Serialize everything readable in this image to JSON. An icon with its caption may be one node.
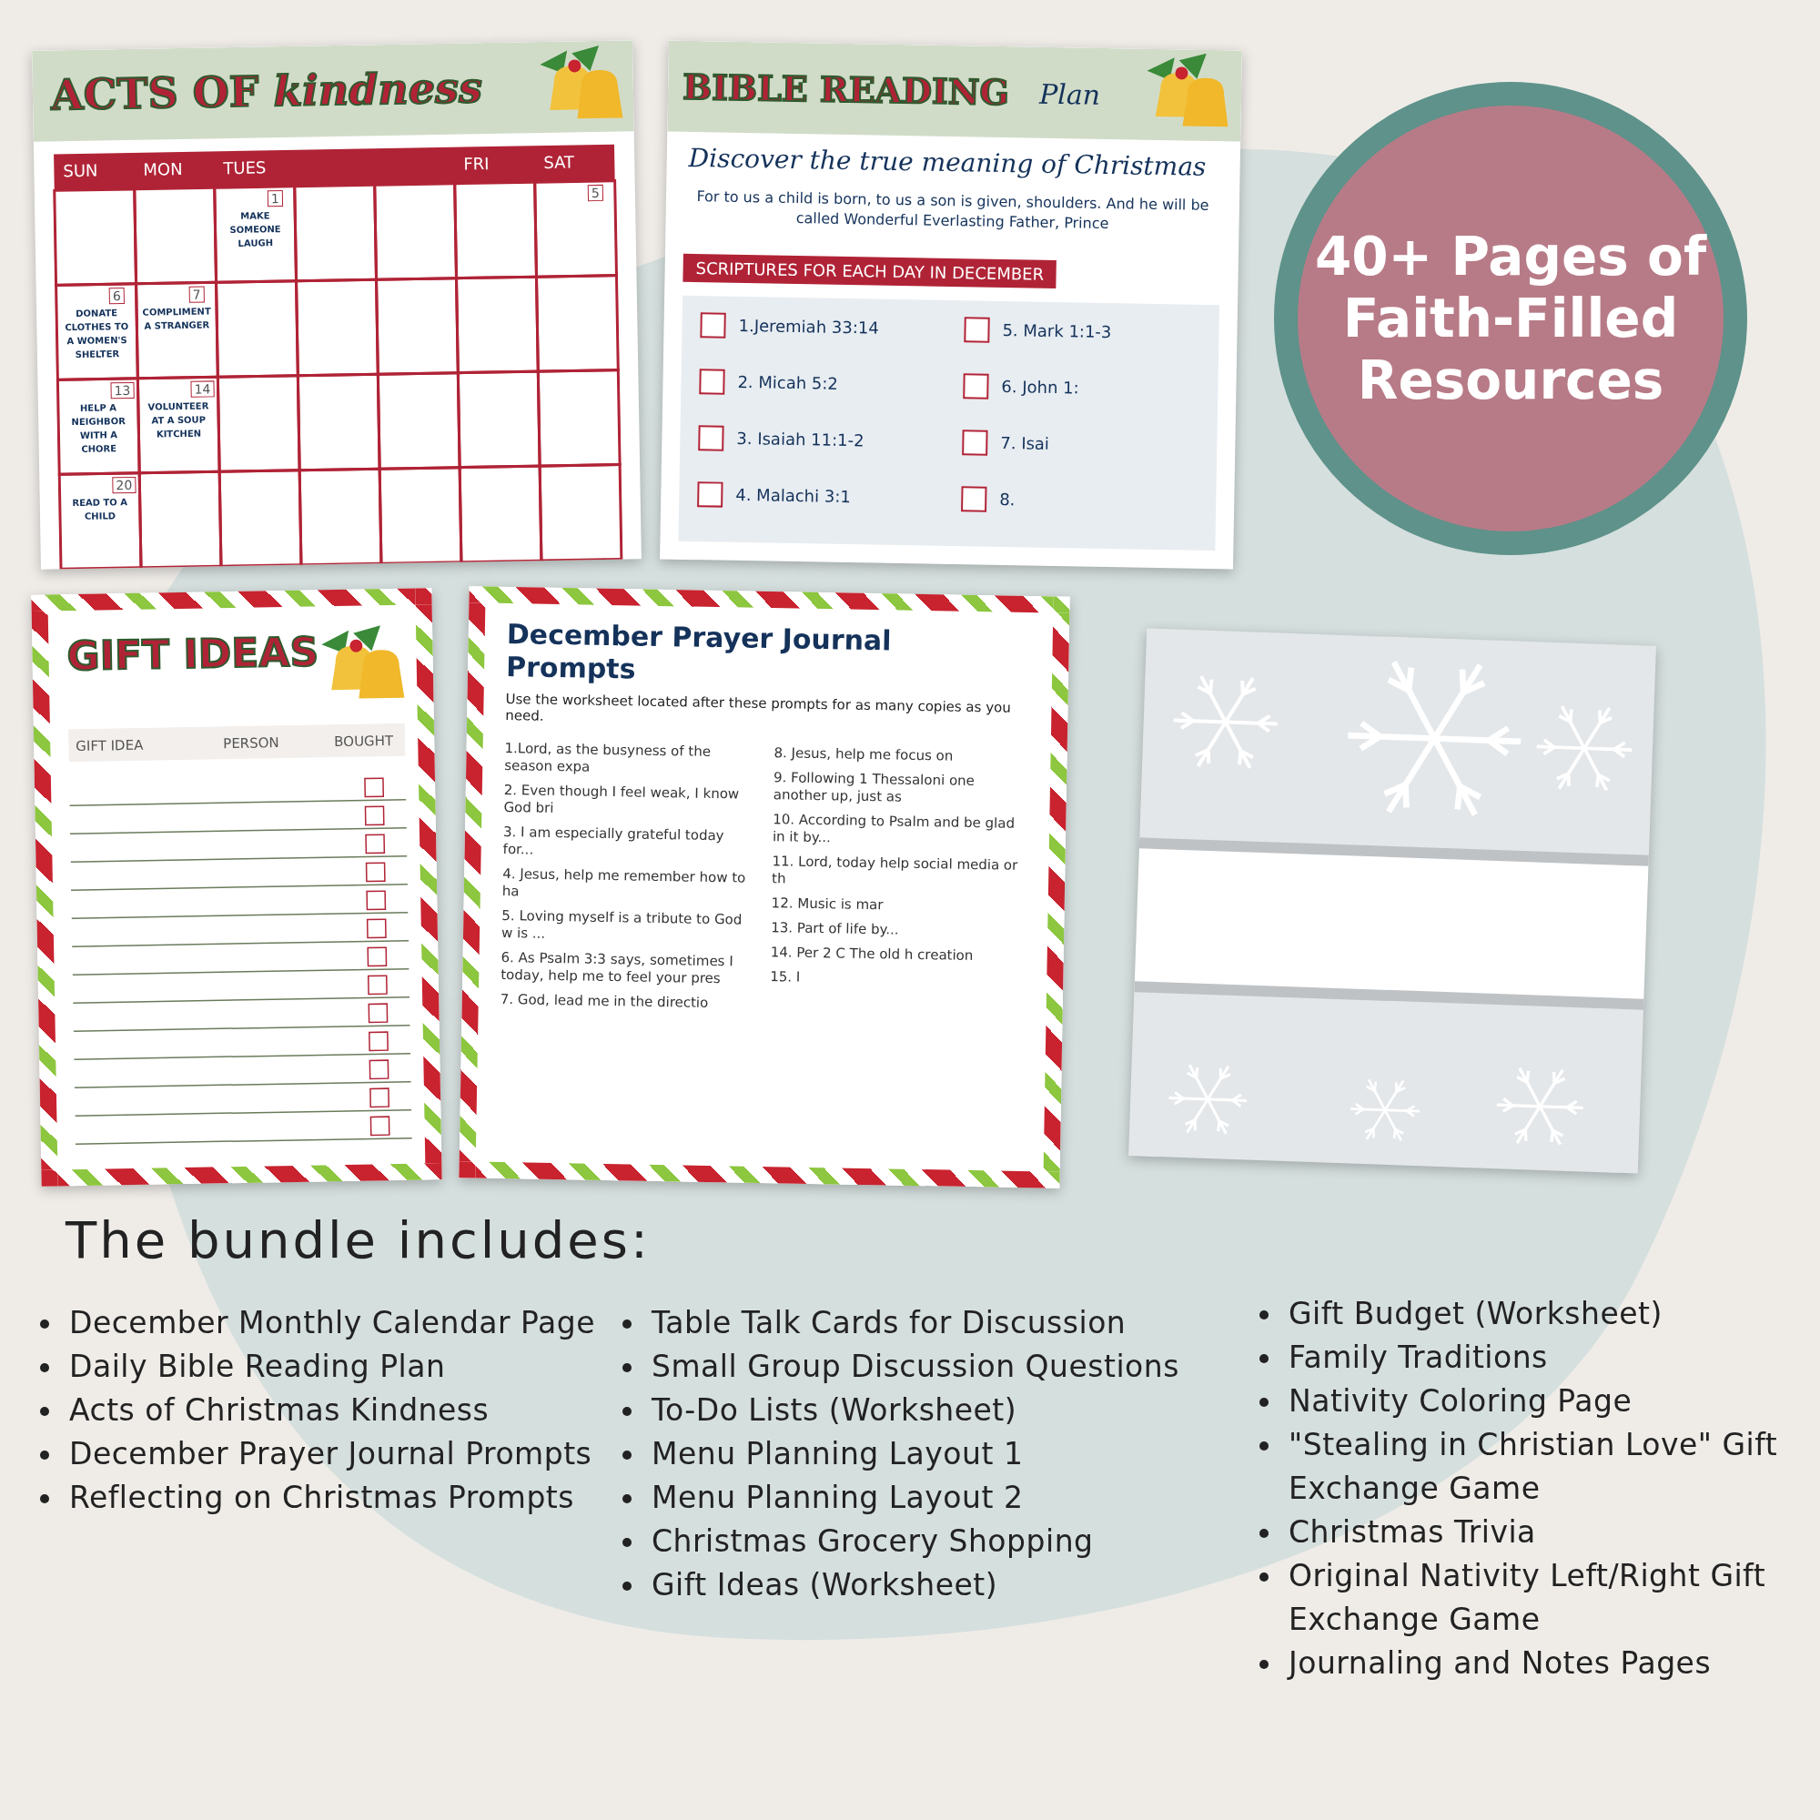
{
  "diagram": {
    "nodes": [
      {
        "text": [
          "40+ Pages of Faith-Filled Resources"
        ]
      },
      {
        "text": [
          "GIFT IDEAS",
          "GIFT IDEA",
          "PERSON",
          "BOUGHT"
        ]
      },
      {
        "text": [
          "December Prayer Journal Prompts",
          "Use the worksheet located after these prompts for as many copies as you need.",
          "1.Lord, as the busyness of the season expa",
          "2. Even though I feel weak, I know God bri",
          "3. I am especially grateful today for...",
          "4. Jesus, help me remember how to ha",
          "5. Loving myself is a tribute to God w is ...",
          "6. As Psalm 3:3 says, sometimes I today, help me to feel your pres",
          "7. God, lead me in the directio",
          "8. Jesus, help me focus on",
          "9. Following 1 Thessaloni one another up, just as",
          "10. According to Psalm and be glad in it by...",
          "11. Lord, today help social media or th",
          "12. Music is mar",
          "13. Part of life by...",
          "14. Per 2 C The old h creation",
          "15. I"
        ]
      },
      {
        "text": [
          "ACTS OF *kindness*",
          "SUN",
          "MON",
          "TUES",
          "FRI",
          "SAT",
          "1",
          "MAKE SOMEONE LAUGH",
          "5",
          "6",
          "DONATE CLOTHES TO A WOMEN'S SHELTER",
          "7",
          "COMPLIMENT A STRANGER",
          "13",
          "HELP A NEIGHBOR WITH A CHORE",
          "14",
          "VOLUNTEER AT A SOUP KITCHEN",
          "20",
          "READ TO A CHILD"
        ]
      },
      {
        "text": [
          "BIBLE READING",
          "Plan",
          "Discover the true meaning of Christmas",
          "For to us a child is born, to us a son is given, shoulders. And he will be called Wonderful Everlasting Father, Prince",
          "SCRIPTURES FOR EACH DAY IN DECEMBER",
          "1.Jeremiah 33:14",
          "2. Micah 5:2",
          "3. Isaiah 11:1-2",
          "4. Malachi 3:1",
          "5. Mark 1:1-3",
          "6. John 1:",
          "7. Isai",
          "8."
        ]
      },
      {
        "text": [],
        "shape": "box"
      }
    ],
    "labels": [
      "The bundle includes:",
      "December Monthly Calendar Page",
      "Daily Bible Reading Plan",
      "Acts of Christmas Kindness",
      "December Prayer Journal Prompts",
      "Reflecting on Christmas Prompts",
      "Table Talk Cards for Discussion",
      "Small Group Discussion Questions",
      "To-Do Lists (Worksheet)",
      "Menu Planning Layout 1",
      "Menu Planning Layout 2",
      "Christmas Grocery Shopping",
      "Gift Ideas (Worksheet)",
      "Gift Budget (Worksheet)",
      "Family Traditions",
      "Nativity Coloring Page",
      "\"Stealing in Christian Love\" Gift Exchange Game",
      "Christmas Trivia",
      "Original Nativity Left/Right Gift Exchange Game",
      "Journaling and Notes Pages"
    ]
  }
}
